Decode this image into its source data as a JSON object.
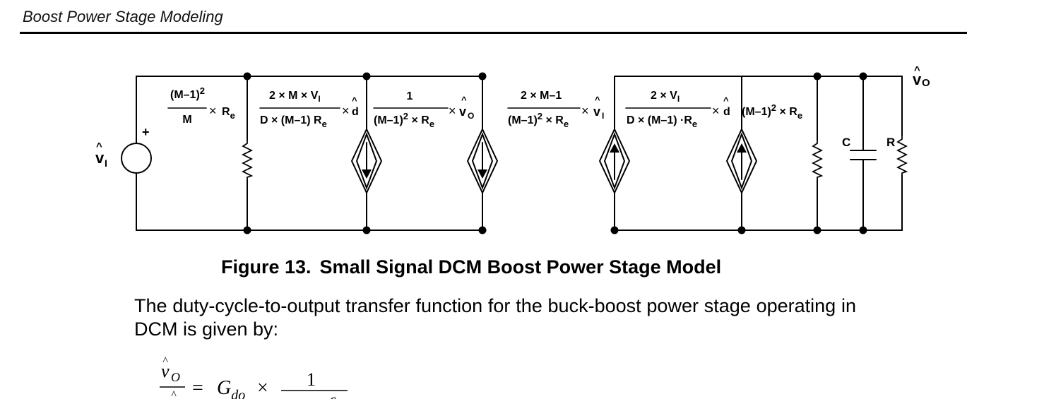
{
  "header": {
    "section_title": "Boost Power Stage Modeling"
  },
  "figure": {
    "number": "Figure 13.",
    "title": "Small Signal DCM Boost Power Stage Model",
    "labels": {
      "source_sign": "+",
      "capacitor": "C",
      "resistor": "R"
    }
  },
  "body": {
    "paragraph": "The duty-cycle-to-output transfer function for the buck-boost power stage operating in DCM is given by:"
  },
  "equation": {
    "gain": "G",
    "gain_subscript": "do",
    "times": "×",
    "numerator": "1",
    "equals": "="
  }
}
